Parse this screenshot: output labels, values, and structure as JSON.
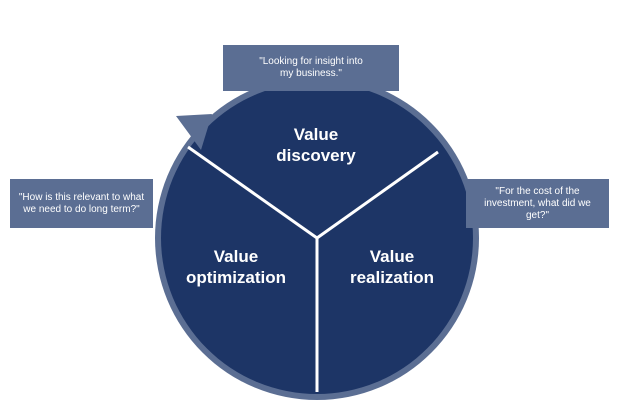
{
  "colors": {
    "circle_fill": "#1d3566",
    "ring_outer": "#5b6e93",
    "callout_bg": "#5b6e93",
    "divider": "#ffffff",
    "text": "#ffffff"
  },
  "segments": {
    "discovery": {
      "line1": "Value",
      "line2": "discovery"
    },
    "optimization": {
      "line1": "Value",
      "line2": "optimization"
    },
    "realization": {
      "line1": "Value",
      "line2": "realization"
    }
  },
  "callouts": {
    "top": {
      "line1": "\"Looking for insight into",
      "line2": "my business.\""
    },
    "left": {
      "line1": "\"How is this relevant to what",
      "line2": "we need to do long term?\""
    },
    "right": {
      "line1": "\"For the cost of the",
      "line2": "investment, what did we get?\""
    }
  }
}
